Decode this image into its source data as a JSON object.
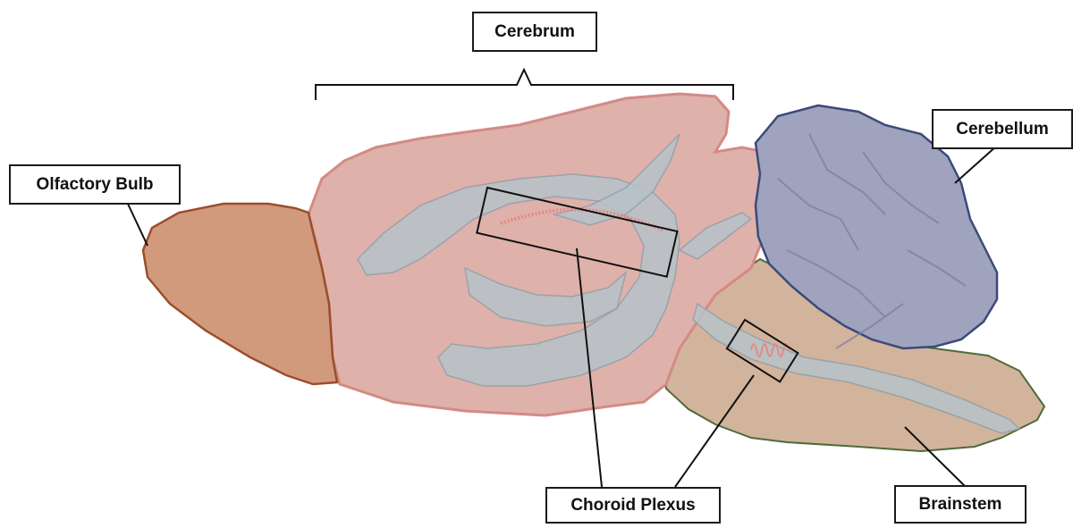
{
  "labels": {
    "cerebrum": "Cerebrum",
    "cerebellum": "Cerebellum",
    "olfactory_bulb": "Olfactory Bulb",
    "choroid_plexus": "Choroid Plexus",
    "brainstem": "Brainstem"
  },
  "colors": {
    "cerebrum_fill": "#dfb1ab",
    "cerebrum_stroke": "#d48a84",
    "olfactory_fill": "#d29a7c",
    "olfactory_stroke": "#9b4e2c",
    "cerebellum_fill": "#9fa3bd",
    "cerebellum_stroke": "#3b4a7a",
    "brainstem_fill": "#d2b49c",
    "brainstem_stroke": "#4f6b3a",
    "ventricle_fill": "#b7c3c9",
    "ventricle_stroke": "#8fa0aa",
    "choroid_plexus_color": "#e58a86",
    "line_color": "#111111"
  }
}
